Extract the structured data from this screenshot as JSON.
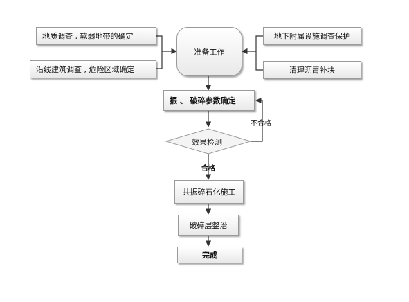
{
  "diagram": {
    "prep": "准备工作",
    "input_tl": "地质调查    ,   软弱地带的确定",
    "input_bl": "沿线建筑调查    ,   危险区域确定",
    "input_tr": "地下附属设施调查保护",
    "input_br": "清理沥青补块",
    "param": "振    、 破碎参数确定",
    "check": "效果检测",
    "fail_label": "不合格",
    "pass_label": "合格",
    "step_resonance": "共振碎石化施工",
    "step_compact": "破碎层整治",
    "step_finish": "完成"
  },
  "colors": {
    "line": "#333333",
    "border": "#9a9a9a"
  }
}
